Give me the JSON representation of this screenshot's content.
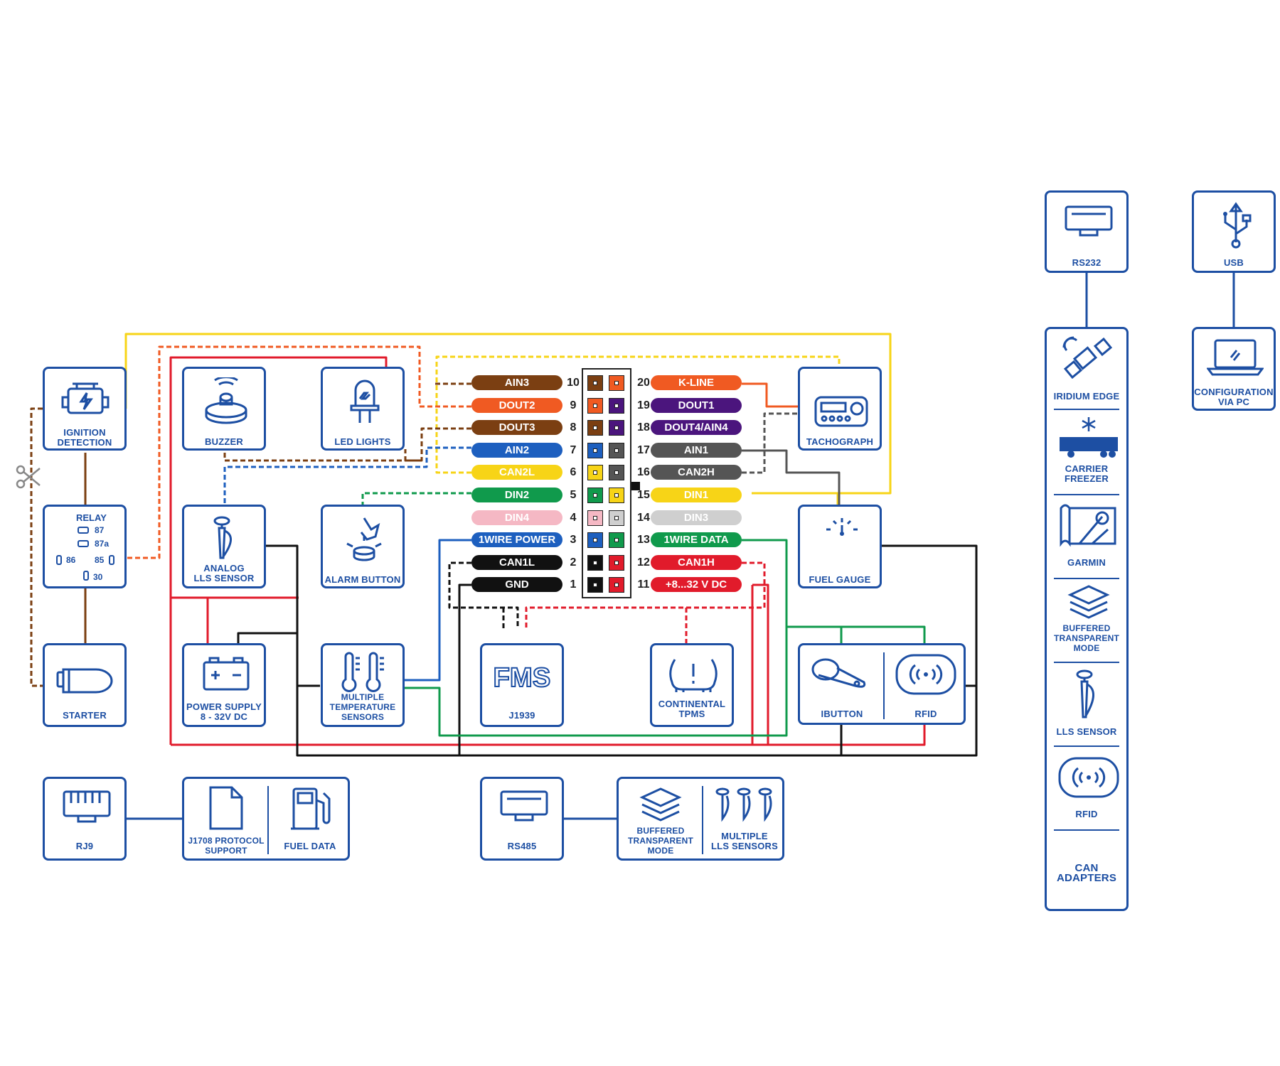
{
  "colors": {
    "frame": "#1d4fa3",
    "brown": "#7b3f12",
    "orange": "#f05a22",
    "blue": "#1d5fbf",
    "yellow": "#f7d417",
    "green": "#109a4c",
    "pink": "#f5b8c4",
    "black": "#111111",
    "purple": "#4b157d",
    "gray": "#555555",
    "lightgray": "#cfcfcf",
    "red": "#e11b2b"
  },
  "devices": {
    "ignition": "IGNITION\nDETECTION",
    "relay": "RELAY",
    "starter": "STARTER",
    "buzzer": "BUZZER",
    "led": "LED LIGHTS",
    "analog_lls": "ANALOG\nLLS SENSOR",
    "alarm": "ALARM BUTTON",
    "power": "POWER SUPPLY\n8 - 32V DC",
    "temp": "MULTIPLE\nTEMPERATURE\nSENSORS",
    "fms_title": "FMS",
    "fms": "J1939",
    "tpms": "CONTINENTAL\nTPMS",
    "tacho": "TACHOGRAPH",
    "fuel_gauge": "FUEL GAUGE",
    "ibutton": "IBUTTON",
    "rfid": "RFID",
    "rj9": "RJ9",
    "j1708": "J1708 PROTOCOL\nSUPPORT",
    "fuel_data": "FUEL DATA",
    "rs485": "RS485",
    "buffered_bottom": "BUFFERED\nTRANSPARENT\nMODE",
    "multi_lls": "MULTIPLE\nLLS SENSORS",
    "rs232": "RS232",
    "usb": "USB",
    "config": "CONFIGURATION\nVIA PC"
  },
  "relay_terminals": [
    "87",
    "87a",
    "86",
    "85",
    "30"
  ],
  "can_adapters": {
    "title": "CAN ADAPTERS",
    "items": [
      "IRIDIUM EDGE",
      "CARRIER\nFREEZER",
      "GARMIN",
      "BUFFERED\nTRANSPARENT\nMODE",
      "LLS SENSOR",
      "RFID"
    ]
  },
  "pins_left": [
    {
      "num": "10",
      "label": "AIN3",
      "color": "brown"
    },
    {
      "num": "9",
      "label": "DOUT2",
      "color": "orange"
    },
    {
      "num": "8",
      "label": "DOUT3",
      "color": "brown"
    },
    {
      "num": "7",
      "label": "AIN2",
      "color": "blue"
    },
    {
      "num": "6",
      "label": "CAN2L",
      "color": "yellow"
    },
    {
      "num": "5",
      "label": "DIN2",
      "color": "green"
    },
    {
      "num": "4",
      "label": "DIN4",
      "color": "pink"
    },
    {
      "num": "3",
      "label": "1WIRE POWER",
      "color": "blue"
    },
    {
      "num": "2",
      "label": "CAN1L",
      "color": "black"
    },
    {
      "num": "1",
      "label": "GND",
      "color": "black"
    }
  ],
  "pins_right": [
    {
      "num": "20",
      "label": "K-LINE",
      "color": "orange"
    },
    {
      "num": "19",
      "label": "DOUT1",
      "color": "purple"
    },
    {
      "num": "18",
      "label": "DOUT4/AIN4",
      "color": "purple"
    },
    {
      "num": "17",
      "label": "AIN1",
      "color": "gray"
    },
    {
      "num": "16",
      "label": "CAN2H",
      "color": "gray"
    },
    {
      "num": "15",
      "label": "DIN1",
      "color": "yellow"
    },
    {
      "num": "14",
      "label": "DIN3",
      "color": "lightgray"
    },
    {
      "num": "13",
      "label": "1WIRE DATA",
      "color": "green"
    },
    {
      "num": "12",
      "label": "CAN1H",
      "color": "red"
    },
    {
      "num": "11",
      "label": "+8...32 V DC",
      "color": "red"
    }
  ]
}
